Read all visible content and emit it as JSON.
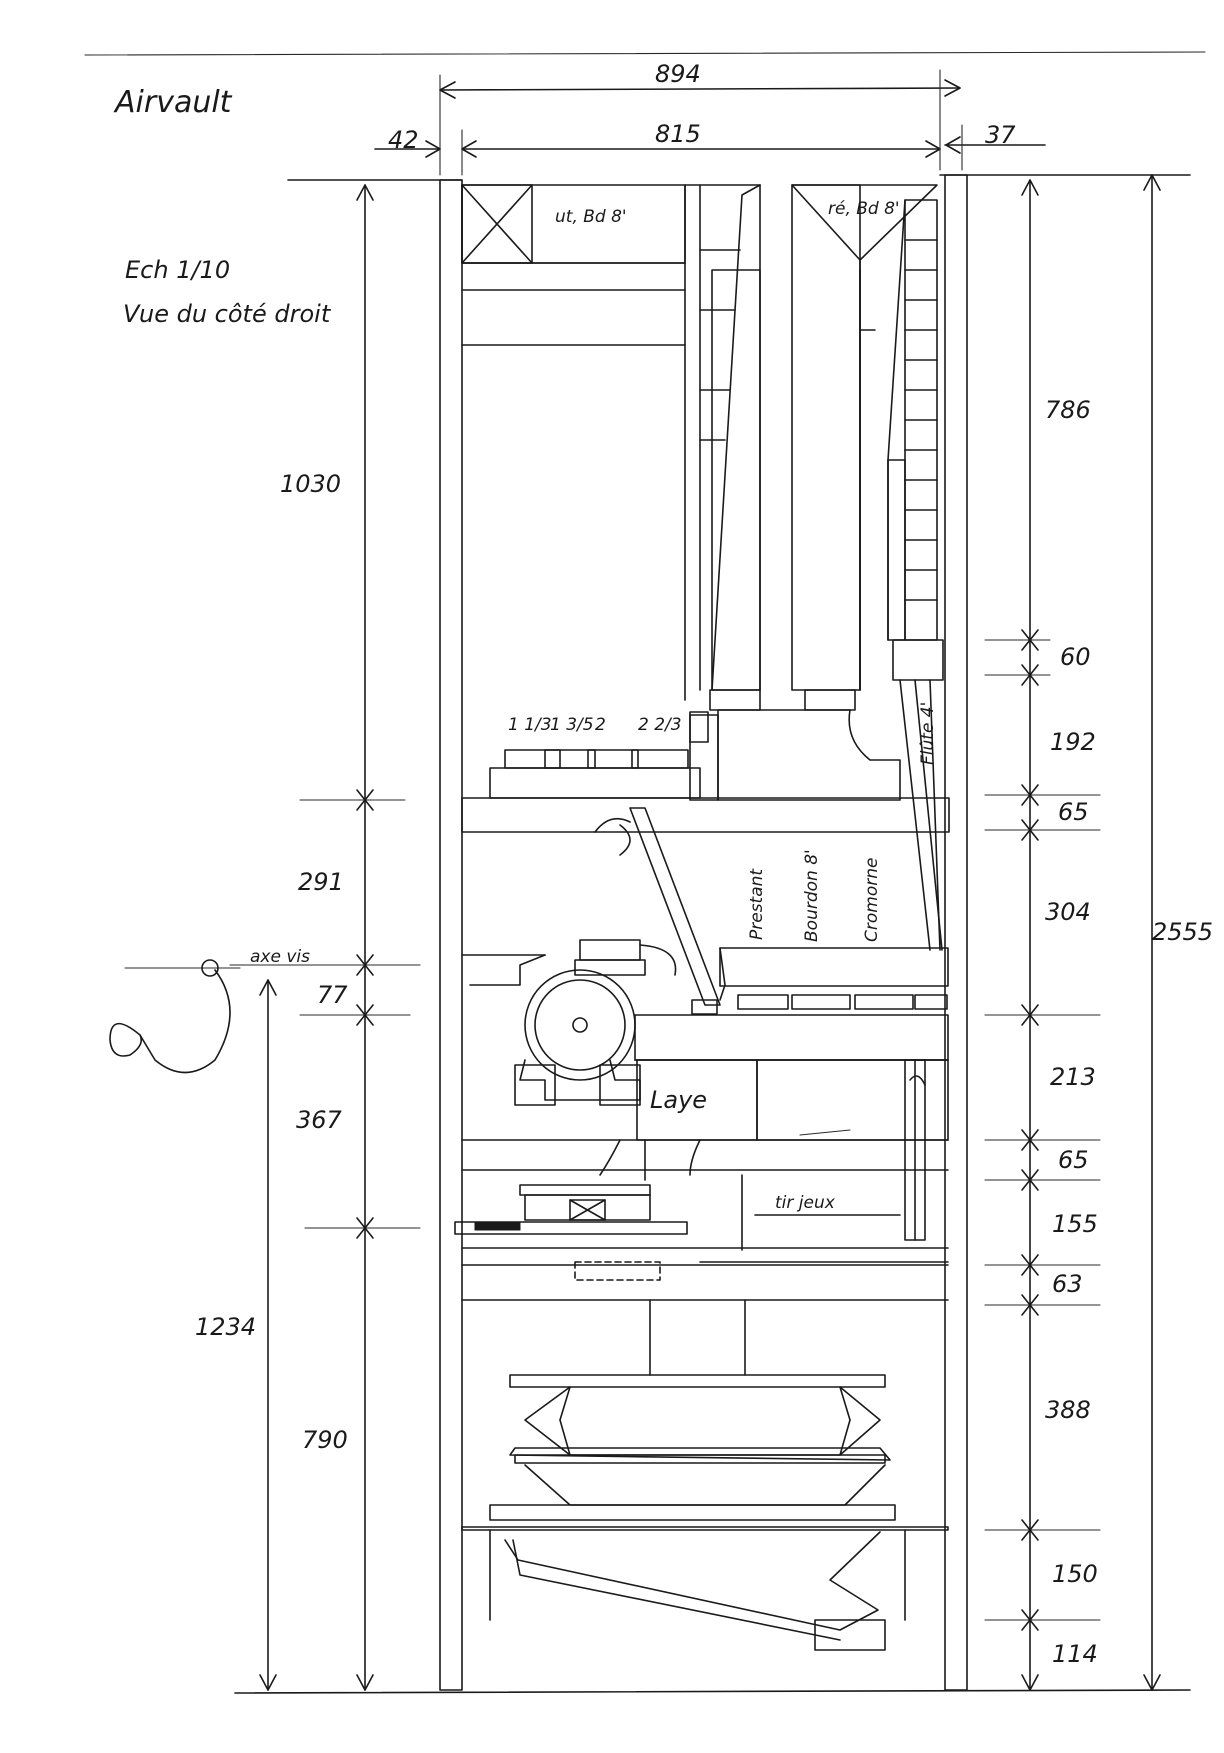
{
  "header": {
    "title": "Airvault",
    "scale": "Ech 1/10",
    "view": "Vue du côté droit"
  },
  "dimensions": {
    "top": {
      "overall": "894",
      "inner": "815",
      "left_wall": "42",
      "right_wall": "37"
    },
    "left_col_a": [
      "1030",
      "291",
      "77",
      "367"
    ],
    "left_col_b": [
      "1234",
      "790"
    ],
    "right_col": [
      "786",
      "60",
      "192",
      "65",
      "304",
      "213",
      "65",
      "155",
      "63",
      "388",
      "150",
      "114"
    ],
    "overall_height": "2555"
  },
  "labels": {
    "chest_ut": "ut, Bd 8'",
    "chest_re": "ré, Bd 8'",
    "mixtures": [
      "1 1/3",
      "1 3/5",
      "2",
      "2 2/3"
    ],
    "flute": "Flûte 4'",
    "stops": [
      "Prestant",
      "Bourdon 8'",
      "Cromorne"
    ],
    "laye": "Laye",
    "axe": "axe vis",
    "tirants": "tir jeux"
  },
  "colors": {
    "ink": "#1a1a1a",
    "paper": "#ffffff"
  }
}
